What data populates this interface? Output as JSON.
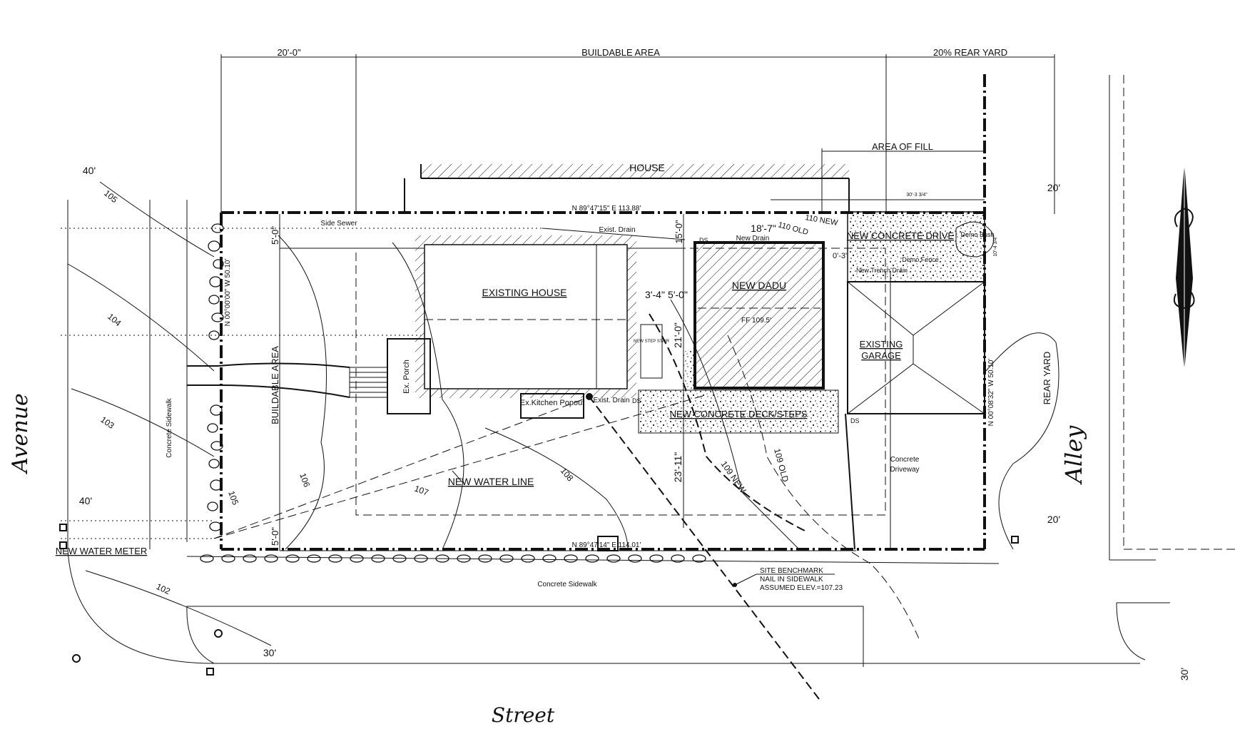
{
  "dimensions": {
    "front_setback": "20'-0\"",
    "buildable_area": "BUILDABLE AREA",
    "rear_yard_pct": "20% REAR YARD",
    "area_of_fill": "AREA OF FILL",
    "house_top": "HOUSE",
    "side_5ft_top": "5'-0\"",
    "side_5ft_bottom": "5'-0\"",
    "side_15ft": "15'-0\"",
    "dadu_offset": "18'-7\"",
    "dadu_gap": "3'-4\"",
    "dadu_sep": "5'-0\"",
    "dadu_depth": "21'-0\"",
    "front_dist": "23'-11\"",
    "small_dim_1": "0'-3\"",
    "fill_width": "30'-3 3/4\"",
    "fill_depth": "10'-4 3/4\"",
    "w40_top": "40'",
    "w40_bottom": "40'",
    "e20_top": "20'",
    "e20_bottom": "20'",
    "s30": "30'",
    "se30": "30'"
  },
  "bearings": {
    "north": "N 89°47'15\" E  113.88'",
    "south": "N 89°47'14\" E  114.01'",
    "west": "N 00°00'00\" W  50.10'",
    "east": "N 00°08'32\" W  50.10'"
  },
  "labels": {
    "existing_house": "EXISTING HOUSE",
    "new_dadu": "NEW DADU",
    "ff": "FF 109.5'",
    "existing_garage_1": "EXISTING",
    "existing_garage_2": "GARAGE",
    "new_concrete_drive": "NEW CONCRETE DRIVE",
    "new_deck": "NEW CONCRETE DECK/STEPS",
    "new_water_line": "NEW WATER LINE",
    "new_water_meter": "NEW WATER METER",
    "ex_porch": "Ex. Porch",
    "ex_kitchen": "Ex.Kitchen Popout",
    "exist_drain_top": "Exist. Drain",
    "exist_drain_bottom": "Exist. Drain",
    "new_drain": "New Drain",
    "new_trench_drain": "New Trench Drain",
    "demo_fence": "Demo Fence",
    "demo_bush": "Demo Bush",
    "side_sewer": "Side Sewer",
    "buildable_area_vert": "BUILDABLE AREA",
    "rear_yard_vert": "REAR YARD",
    "concrete_sidewalk_vert": "Concrete Sidewalk",
    "concrete_sidewalk": "Concrete Sidewalk",
    "concrete_driveway_1": "Concrete",
    "concrete_driveway_2": "Driveway",
    "contour_110_new": "110 NEW",
    "contour_110_old": "110 OLD",
    "contour_109_new": "109 NEW",
    "contour_109_old": "109 OLD",
    "c105_top": "105",
    "c104": "104",
    "c103": "103",
    "c102": "102",
    "c105_low": "105",
    "c106": "106",
    "c107": "107",
    "c108": "108",
    "benchmark_1": "SITE BENCHMARK",
    "benchmark_2": "NAIL IN SIDEWALK",
    "benchmark_3": "ASSUMED ELEV.=107.23",
    "ds": "DS",
    "new_step_stair": "NEW STEP STAIR"
  },
  "streets": {
    "avenue": "Avenue",
    "alley": "Alley",
    "street": "Street"
  },
  "colors": {
    "ink": "#111111",
    "paper": "#ffffff"
  }
}
